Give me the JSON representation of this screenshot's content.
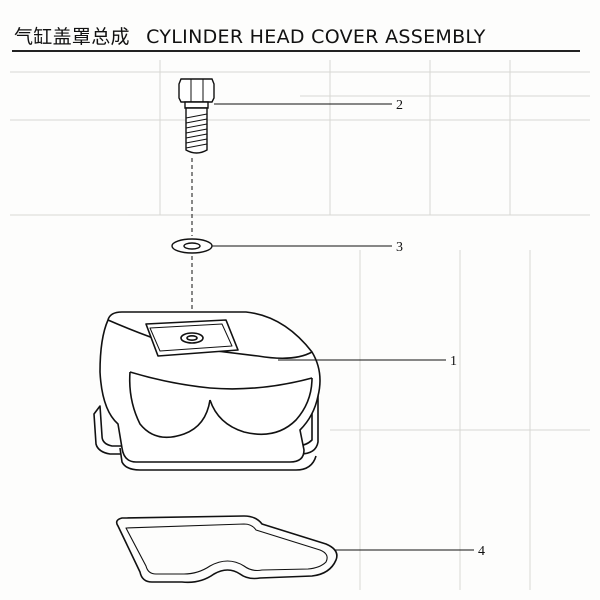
{
  "header": {
    "title_zh": "气缸盖罩总成",
    "title_en": "CYLINDER HEAD COVER ASSEMBLY"
  },
  "callouts": [
    "1",
    "2",
    "3",
    "4"
  ],
  "parts": [
    {
      "number": "1",
      "kind": "cylinder-head-cover"
    },
    {
      "number": "2",
      "kind": "bolt"
    },
    {
      "number": "3",
      "kind": "washer"
    },
    {
      "number": "4",
      "kind": "gasket"
    }
  ],
  "colors": {
    "ink": "#111111",
    "paper": "#fdfdfc",
    "show_through": "#b9b9b4"
  }
}
